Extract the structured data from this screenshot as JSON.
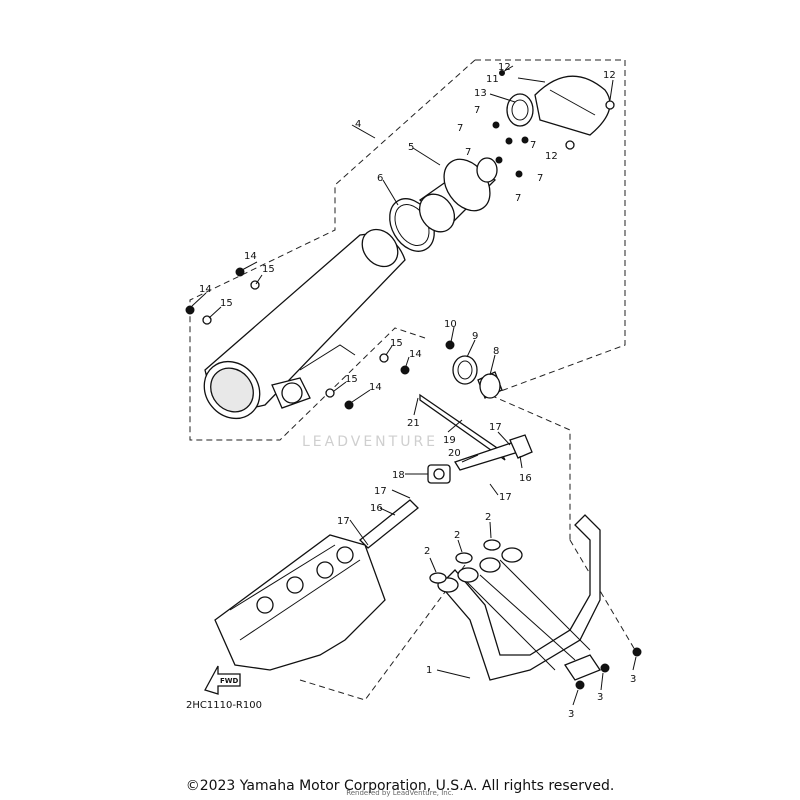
{
  "diagram": {
    "reference_code": "2HC1110-R100",
    "watermark": "LEADVENTURE",
    "direction_arrow_label": "FWD",
    "copyright": "©2023 Yamaha Motor Corporation, U.S.A. All rights reserved.",
    "rendered_by": "Rendered by LeadVenture, Inc."
  },
  "callouts": [
    {
      "label": "12"
    },
    {
      "label": "11"
    },
    {
      "label": "12"
    },
    {
      "label": "13"
    },
    {
      "label": "7"
    },
    {
      "label": "7"
    },
    {
      "label": "7"
    },
    {
      "label": "7"
    },
    {
      "label": "12"
    },
    {
      "label": "7"
    },
    {
      "label": "7"
    },
    {
      "label": "4"
    },
    {
      "label": "5"
    },
    {
      "label": "6"
    },
    {
      "label": "14"
    },
    {
      "label": "15"
    },
    {
      "label": "14"
    },
    {
      "label": "15"
    },
    {
      "label": "10"
    },
    {
      "label": "9"
    },
    {
      "label": "8"
    },
    {
      "label": "15"
    },
    {
      "label": "14"
    },
    {
      "label": "15"
    },
    {
      "label": "14"
    },
    {
      "label": "21"
    },
    {
      "label": "19"
    },
    {
      "label": "17"
    },
    {
      "label": "20"
    },
    {
      "label": "16"
    },
    {
      "label": "18"
    },
    {
      "label": "17"
    },
    {
      "label": "17"
    },
    {
      "label": "16"
    },
    {
      "label": "17"
    },
    {
      "label": "2"
    },
    {
      "label": "2"
    },
    {
      "label": "2"
    },
    {
      "label": "1"
    },
    {
      "label": "3"
    },
    {
      "label": "3"
    },
    {
      "label": "3"
    }
  ]
}
